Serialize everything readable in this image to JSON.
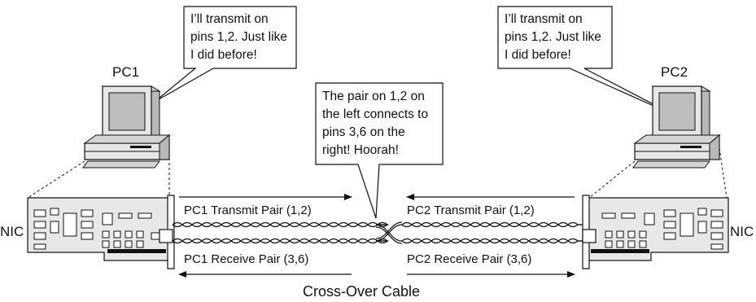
{
  "pc1": {
    "label": "PC1",
    "callout": [
      "I’ll transmit on",
      "pins 1,2. Just like",
      "I did before!"
    ]
  },
  "pc2": {
    "label": "PC2",
    "callout": [
      "I’ll transmit on",
      "pins 1,2. Just like",
      "I did before!"
    ]
  },
  "center_callout": [
    "The pair on 1,2 on",
    "the left connects to",
    "pins 3,6 on the",
    "right! Hoorah!"
  ],
  "nic_left": "NIC",
  "nic_right": "NIC",
  "pairs": {
    "pc1_transmit": "PC1 Transmit Pair (1,2)",
    "pc2_transmit": "PC2 Transmit Pair (1,2)",
    "pc1_receive": "PC1 Receive Pair (3,6)",
    "pc2_receive": "PC2 Receive Pair (3,6)"
  },
  "cable_title": "Cross-Over Cable",
  "colors": {
    "screen": "#bdbdbd",
    "monitor_body": "#e6e6e6",
    "card": "#e8e8e8",
    "line": "#111111"
  },
  "icons": [
    "pc1-computer-icon",
    "pc2-computer-icon",
    "nic-card-left-icon",
    "nic-card-right-icon",
    "twisted-pair-cable-icon"
  ]
}
